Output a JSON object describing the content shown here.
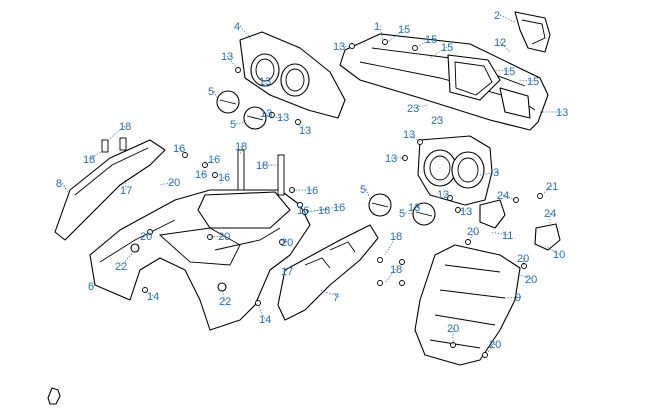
{
  "diagram": {
    "callouts": [
      "1",
      "2",
      "3",
      "4",
      "5",
      "6",
      "7",
      "8",
      "9",
      "10",
      "11",
      "12",
      "13",
      "14",
      "15",
      "16",
      "17",
      "18",
      "20",
      "21",
      "22",
      "23",
      "24"
    ],
    "colors": {
      "callout": "#2a6fb0",
      "line": "#000000",
      "background": "#ffffff"
    },
    "watermark_icon": "hand-pointer-icon"
  }
}
